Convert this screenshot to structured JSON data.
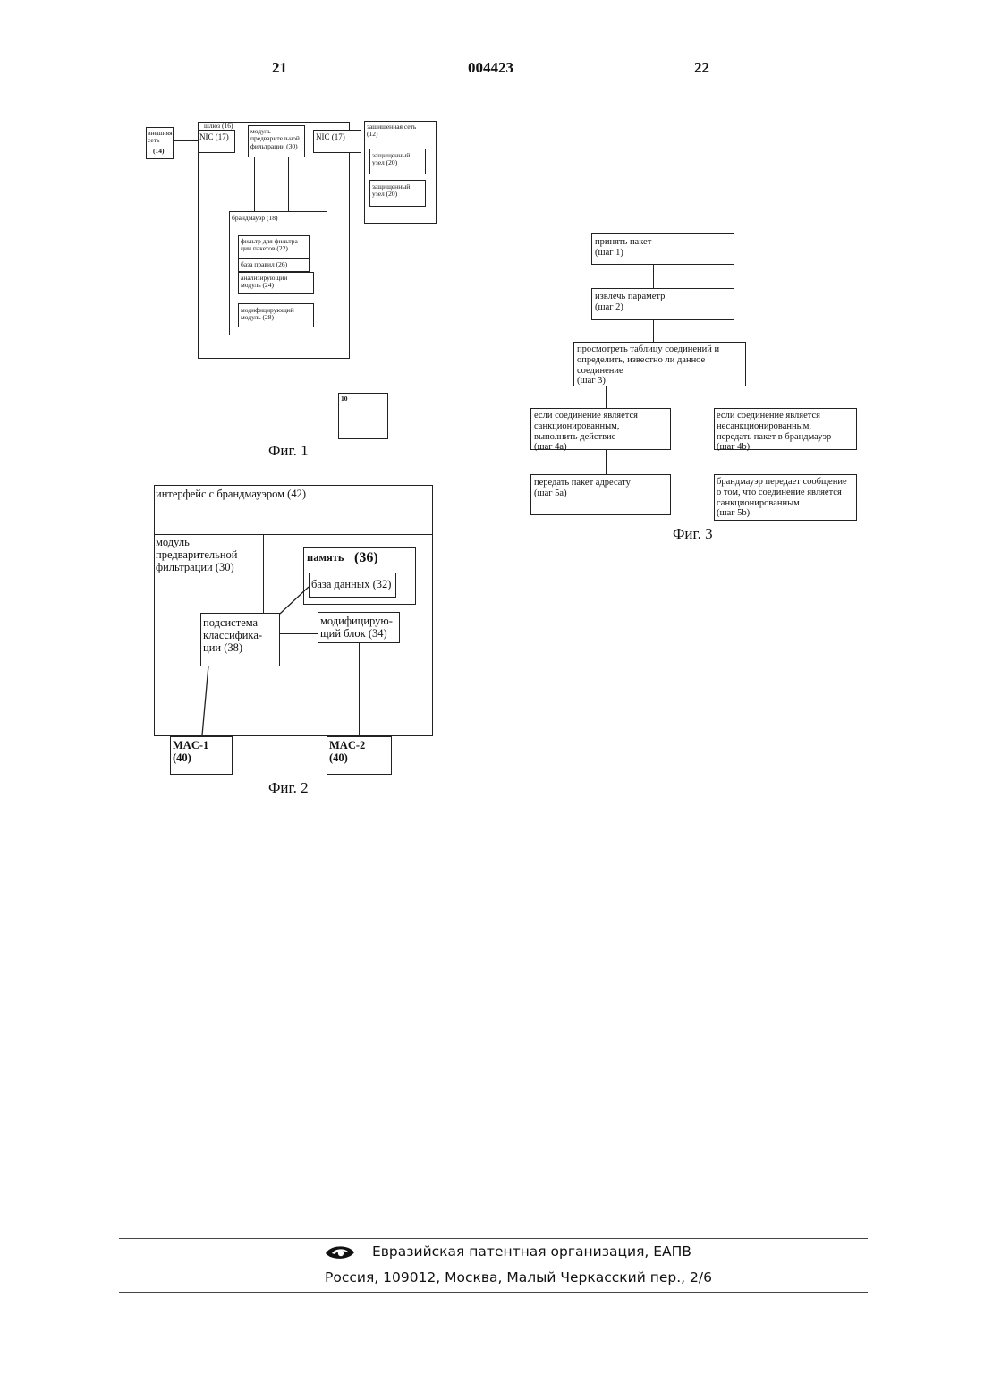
{
  "header": {
    "page_left": "21",
    "doc_number": "004423",
    "page_right": "22"
  },
  "fig1": {
    "caption": "Фиг. 1",
    "external_net": "внешняя\nсеть",
    "external_net_num": "(14)",
    "gateway": "шлюз   (16)",
    "nic_left": "NIC (17)",
    "nic_right": "NIC (17)",
    "prefilter": "модуль\nпредварительной\nфильтрации (30)",
    "protected_net": "защищенная сеть\n(12)",
    "node1": "защищенный\nузел (20)",
    "node2": "защищенный\nузел (20)",
    "firewall": "брандмауэр (18)",
    "packet_filter": "фильтр для фильтра-\nции пакетов (22)",
    "rule_base": "база правил  (26)",
    "analyzer": "анализирующий\nмодуль (24)",
    "modifier": "модифицирующий\nмодуль (28)",
    "system_label": "10"
  },
  "fig2": {
    "caption": "Фиг. 2",
    "interface": "интерфейс с брандмауэром (42)",
    "prefilter": "модуль\nпредварительной\nфильтрации (30)",
    "memory": "память",
    "memory_num": "(36)",
    "database": "база данных (32)",
    "classifier": "подсистема\nклассифика-\nции (38)",
    "modifier_block": "модифицирую-\nщий блок (34)",
    "mac1": "MAC-1\n(40)",
    "mac2": "MAC-2\n(40)"
  },
  "fig3": {
    "caption": "Фиг. 3",
    "step1": "принять пакет\n(шаг 1)",
    "step2": "извлечь параметр\n(шаг 2)",
    "step3": "просмотреть таблицу соединений и\nопределить, известно ли данное\nсоединение\n(шаг 3)",
    "step4a": "если соединение является\nсанкционированным,\nвыполнить действие\n(шаг 4а)",
    "step4b": "если соединение является\nнесанкционированным,\nпередать пакет в брандмауэр\n(шаг 4b)",
    "step5a": "передать пакет адресату\n(шаг 5а)",
    "step5b": "брандмауэр передает сообщение\nо том, что соединение является\nсанкционированным\n(шаг 5b)"
  },
  "footer": {
    "org": "Евразийская патентная организация, ЕАПВ",
    "address": "Россия, 109012, Москва, Малый Черкасский пер., 2/6"
  }
}
